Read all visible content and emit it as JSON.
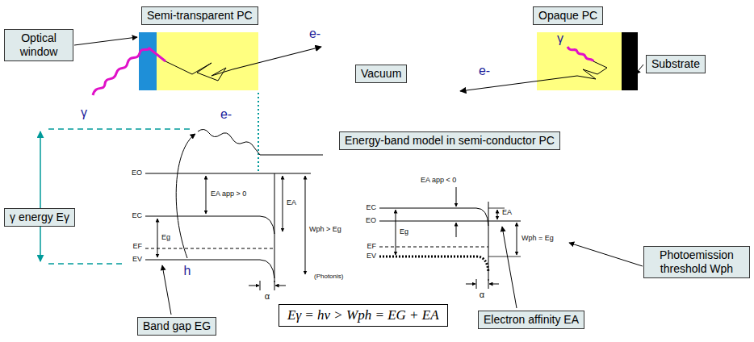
{
  "diagram": {
    "nodes": [
      {
        "text": [
          "Semi-transparent PC"
        ]
      },
      {
        "text": [
          "Optical window"
        ]
      },
      {
        "text": [
          "Opaque PC"
        ]
      },
      {
        "text": [
          "Substrate"
        ]
      },
      {
        "text": [
          "Vacuum"
        ]
      },
      {
        "text": [
          "Energy-band model in semi-conductor PC"
        ]
      },
      {
        "text": [
          "γ energy Eγ"
        ]
      },
      {
        "text": [
          "Photoemission threshold Wph"
        ]
      },
      {
        "text": [
          "Band gap EG"
        ]
      },
      {
        "text": [
          "Eγ = hν > Wph = EG + EA"
        ]
      },
      {
        "text": [
          "Electron affinity EA"
        ]
      }
    ],
    "labels": [
      "e-",
      "γ",
      "e-",
      "γ",
      "e-",
      "h",
      "EO",
      "EC",
      "EF",
      "EV",
      "EA app > 0",
      "EA",
      "Wph > Eg",
      "Eg",
      "α",
      "(Photonis)",
      "EA app < 0",
      "EC",
      "EO",
      "Eg",
      "EA",
      "Wph = Eg",
      "EF",
      "EV",
      "α"
    ]
  }
}
